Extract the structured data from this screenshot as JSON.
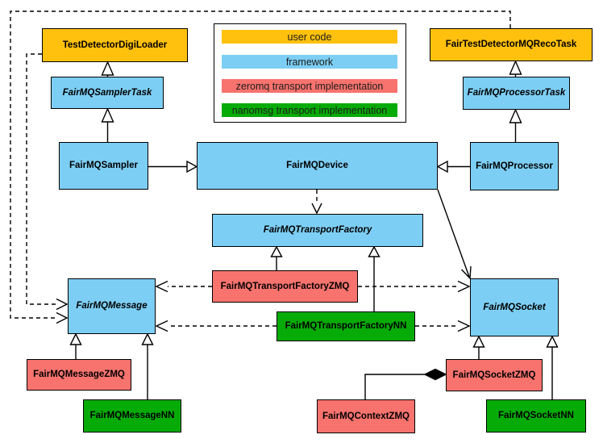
{
  "palette": {
    "yellow": "#FFC10D",
    "blue": "#7DCEF4",
    "red": "#F8736E",
    "green": "#07AB07",
    "line": "#000000",
    "background": "#FFFFFF"
  },
  "legend": {
    "items": [
      {
        "label": "user code",
        "color": "#FFC10D"
      },
      {
        "label": "framework",
        "color": "#7DCEF4"
      },
      {
        "label": "zeromq transport implementation",
        "color": "#F8736E"
      },
      {
        "label": "nanomsg transport implementation",
        "color": "#07AB07"
      }
    ]
  },
  "nodes": {
    "digiloader": {
      "label": "TestDetectorDigiLoader",
      "category": "user code",
      "abstract": false
    },
    "recotask": {
      "label": "FairTestDetectorMQRecoTask",
      "category": "user code",
      "abstract": false
    },
    "samplertask": {
      "label": "FairMQSamplerTask",
      "category": "framework",
      "abstract": true
    },
    "processortask": {
      "label": "FairMQProcessorTask",
      "category": "framework",
      "abstract": true
    },
    "sampler": {
      "label": "FairMQSampler",
      "category": "framework",
      "abstract": false
    },
    "device": {
      "label": "FairMQDevice",
      "category": "framework",
      "abstract": false
    },
    "processor": {
      "label": "FairMQProcessor",
      "category": "framework",
      "abstract": false
    },
    "factory": {
      "label": "FairMQTransportFactory",
      "category": "framework",
      "abstract": true
    },
    "factoryzmq": {
      "label": "FairMQTransportFactoryZMQ",
      "category": "zeromq transport implementation",
      "abstract": false
    },
    "factorynn": {
      "label": "FairMQTransportFactoryNN",
      "category": "nanomsg transport implementation",
      "abstract": false
    },
    "message": {
      "label": "FairMQMessage",
      "category": "framework",
      "abstract": true
    },
    "socket": {
      "label": "FairMQSocket",
      "category": "framework",
      "abstract": true
    },
    "messagezmq": {
      "label": "FairMQMessageZMQ",
      "category": "zeromq transport implementation",
      "abstract": false
    },
    "messagenn": {
      "label": "FairMQMessageNN",
      "category": "nanomsg transport implementation",
      "abstract": false
    },
    "contextzmq": {
      "label": "FairMQContextZMQ",
      "category": "zeromq transport implementation",
      "abstract": false
    },
    "socketzmq": {
      "label": "FairMQSocketZMQ",
      "category": "zeromq transport implementation",
      "abstract": false
    },
    "socketnn": {
      "label": "FairMQSocketNN",
      "category": "nanomsg transport implementation",
      "abstract": false
    }
  },
  "relations": [
    {
      "from": "FairMQSamplerTask",
      "to": "TestDetectorDigiLoader",
      "type": "generalization"
    },
    {
      "from": "FairMQSampler",
      "to": "FairMQSamplerTask",
      "type": "generalization"
    },
    {
      "from": "FairMQProcessorTask",
      "to": "FairTestDetectorMQRecoTask",
      "type": "generalization"
    },
    {
      "from": "FairMQProcessor",
      "to": "FairMQProcessorTask",
      "type": "generalization"
    },
    {
      "from": "FairMQSampler",
      "to": "FairMQDevice",
      "type": "generalization"
    },
    {
      "from": "FairMQProcessor",
      "to": "FairMQDevice",
      "type": "generalization"
    },
    {
      "from": "FairMQDevice",
      "to": "FairMQTransportFactory",
      "type": "dependency"
    },
    {
      "from": "FairMQDevice",
      "to": "FairMQSocket",
      "type": "association"
    },
    {
      "from": "FairMQTransportFactoryZMQ",
      "to": "FairMQTransportFactory",
      "type": "generalization"
    },
    {
      "from": "FairMQTransportFactoryNN",
      "to": "FairMQTransportFactory",
      "type": "generalization"
    },
    {
      "from": "FairMQTransportFactoryZMQ",
      "to": "FairMQMessage",
      "type": "dependency"
    },
    {
      "from": "FairMQTransportFactoryZMQ",
      "to": "FairMQSocket",
      "type": "dependency"
    },
    {
      "from": "FairMQTransportFactoryNN",
      "to": "FairMQMessage",
      "type": "dependency"
    },
    {
      "from": "FairMQTransportFactoryNN",
      "to": "FairMQSocket",
      "type": "dependency"
    },
    {
      "from": "TestDetectorDigiLoader",
      "to": "FairMQMessage",
      "type": "dependency"
    },
    {
      "from": "FairTestDetectorMQRecoTask",
      "to": "FairMQMessage",
      "type": "dependency"
    },
    {
      "from": "FairMQMessageZMQ",
      "to": "FairMQMessage",
      "type": "generalization"
    },
    {
      "from": "FairMQMessageNN",
      "to": "FairMQMessage",
      "type": "generalization"
    },
    {
      "from": "FairMQSocketZMQ",
      "to": "FairMQSocket",
      "type": "generalization"
    },
    {
      "from": "FairMQSocketNN",
      "to": "FairMQSocket",
      "type": "generalization"
    },
    {
      "from": "FairMQContextZMQ",
      "to": "FairMQSocketZMQ",
      "type": "composition"
    }
  ]
}
